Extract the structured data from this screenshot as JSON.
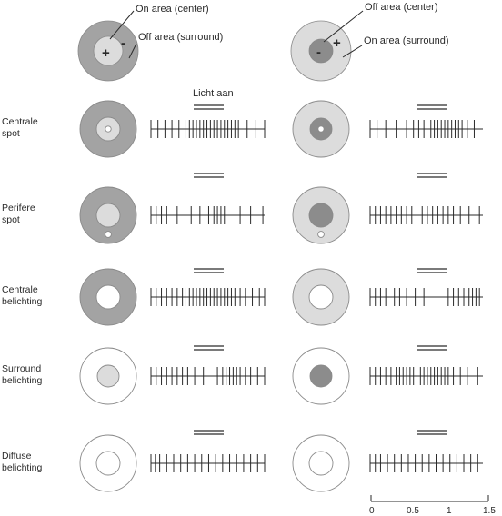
{
  "colors": {
    "dark_gray": "#a3a3a3",
    "light_gray": "#dcdcdc",
    "center_gray": "#8c8c8c",
    "white": "#ffffff",
    "stroke": "#8a8a8a",
    "ink": "#2a2a2a"
  },
  "legend": {
    "on_center": {
      "on_area": "On area (center)",
      "off_area": "Off area (surround)",
      "center_sign": "+",
      "surround_sign": "-"
    },
    "off_center": {
      "off_area": "Off area (center)",
      "on_area": "On area (surround)",
      "center_sign": "-",
      "surround_sign": "+"
    }
  },
  "light_on_label": "Licht aan",
  "rows": [
    {
      "label": [
        "Centrale",
        "spot"
      ],
      "left": {
        "stimulus": "central-spot",
        "spikes": [
          0.0,
          0.08,
          0.16,
          0.24,
          0.32,
          0.4,
          0.44,
          0.48,
          0.52,
          0.56,
          0.6,
          0.64,
          0.68,
          0.72,
          0.76,
          0.8,
          0.84,
          0.88,
          0.92,
          0.96,
          1.0,
          1.1,
          1.2,
          1.3
        ]
      },
      "right": {
        "stimulus": "central-spot",
        "spikes": [
          0.0,
          0.08,
          0.18,
          0.3,
          0.42,
          0.5,
          0.56,
          0.62,
          0.7,
          0.74,
          0.78,
          0.82,
          0.86,
          0.9,
          0.94,
          0.98,
          1.02,
          1.06,
          1.12,
          1.2
        ]
      }
    },
    {
      "label": [
        "Perifere",
        "spot"
      ],
      "left": {
        "stimulus": "peripheral-spot",
        "spikes": [
          0.0,
          0.06,
          0.12,
          0.18,
          0.3,
          0.46,
          0.56,
          0.66,
          0.72,
          0.76,
          0.8,
          0.84,
          1.02,
          1.14,
          1.28
        ]
      },
      "right": {
        "stimulus": "peripheral-spot",
        "spikes": [
          0.0,
          0.06,
          0.12,
          0.18,
          0.24,
          0.3,
          0.36,
          0.42,
          0.48,
          0.54,
          0.6,
          0.66,
          0.72,
          0.78,
          0.84,
          0.9,
          0.96,
          1.04,
          1.14,
          1.26
        ]
      }
    },
    {
      "label": [
        "Centrale",
        "belichting"
      ],
      "left": {
        "stimulus": "central-illumination",
        "spikes": [
          0.0,
          0.06,
          0.12,
          0.18,
          0.24,
          0.3,
          0.36,
          0.4,
          0.44,
          0.48,
          0.52,
          0.56,
          0.6,
          0.64,
          0.68,
          0.72,
          0.76,
          0.8,
          0.84,
          0.88,
          0.92,
          0.96,
          1.02,
          1.08,
          1.16,
          1.24,
          1.3
        ]
      },
      "right": {
        "stimulus": "central-illumination",
        "spikes": [
          0.0,
          0.06,
          0.12,
          0.18,
          0.28,
          0.34,
          0.42,
          0.52,
          0.62,
          0.9,
          0.96,
          1.02,
          1.08,
          1.14,
          1.18,
          1.22,
          1.26
        ]
      }
    },
    {
      "label": [
        "Surround",
        "belichting"
      ],
      "left": {
        "stimulus": "surround-illumination",
        "spikes": [
          0.0,
          0.06,
          0.12,
          0.18,
          0.24,
          0.3,
          0.36,
          0.42,
          0.5,
          0.6,
          0.76,
          0.82,
          0.86,
          0.9,
          0.94,
          0.98,
          1.02,
          1.08,
          1.14,
          1.22,
          1.3
        ]
      },
      "right": {
        "stimulus": "surround-illumination",
        "spikes": [
          0.0,
          0.06,
          0.12,
          0.18,
          0.24,
          0.3,
          0.34,
          0.38,
          0.42,
          0.46,
          0.5,
          0.54,
          0.58,
          0.62,
          0.66,
          0.7,
          0.74,
          0.78,
          0.82,
          0.86,
          0.9,
          0.96,
          1.04,
          1.12,
          1.24
        ]
      }
    },
    {
      "label": [
        "Diffuse",
        "belichting"
      ],
      "left": {
        "stimulus": "diffuse-illumination",
        "spikes": [
          0.0,
          0.05,
          0.1,
          0.18,
          0.26,
          0.34,
          0.42,
          0.5,
          0.58,
          0.66,
          0.74,
          0.82,
          0.9,
          0.98,
          1.06,
          1.14,
          1.22,
          1.3
        ]
      },
      "right": {
        "stimulus": "diffuse-illumination",
        "spikes": [
          0.0,
          0.06,
          0.12,
          0.2,
          0.28,
          0.36,
          0.44,
          0.52,
          0.6,
          0.68,
          0.76,
          0.84,
          0.92,
          1.0,
          1.08,
          1.16,
          1.24
        ]
      }
    }
  ],
  "scale": {
    "ticks": [
      "0",
      "0.5",
      "1",
      "1.5"
    ]
  }
}
